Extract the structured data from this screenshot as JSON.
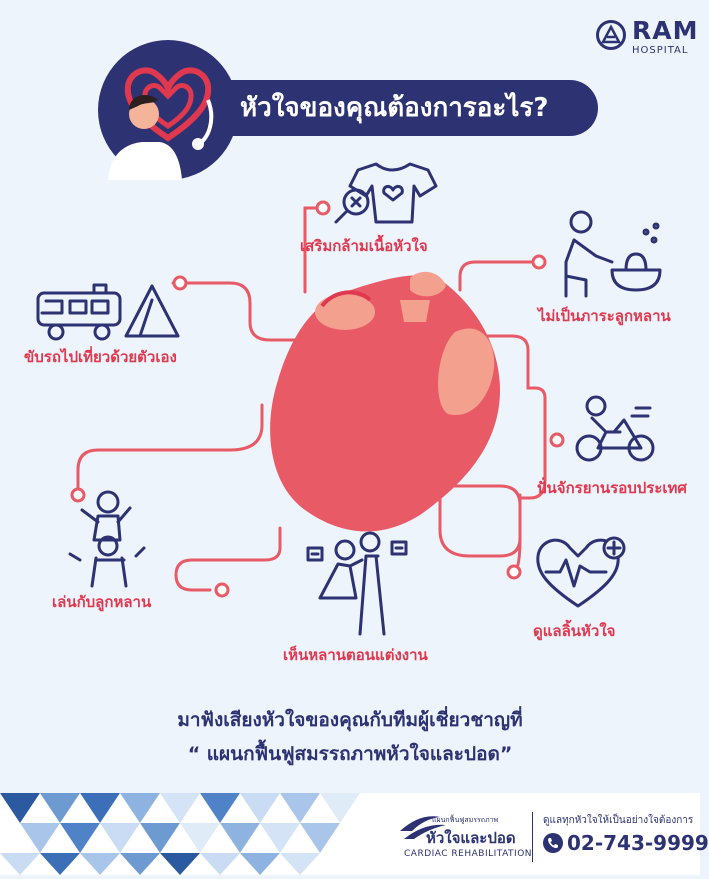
{
  "brand": {
    "name": "RAM",
    "sub": "HOSPITAL"
  },
  "title": "หัวใจของคุณต้องการอะไร?",
  "activities": {
    "muscle": "เสริมกล้ามเนื้อหัวใจ",
    "travel": "ขับรถไปเที่ยวด้วยตัวเอง",
    "not_burden": "ไม่เป็นภาระลูกหลาน",
    "cycling": "ปั่นจักรยานรอบประเทศ",
    "play": "เล่นกับลูกหลาน",
    "wedding": "เห็นหลานตอนแต่งงาน",
    "care_heart": "ดูแลลิ้นหัวใจ"
  },
  "headline": {
    "line1": "มาฟังเสียงหัวใจของคุณกับทีมผู้เชี่ยวชาญที่",
    "line2": "“ แผนกฟื้นฟูสมรรถภาพหัวใจและปอด”"
  },
  "footer": {
    "dept_small": "แผนกฟื้นฟูสมรรถภาพ",
    "dept_big": "หัวใจและปอด",
    "dept_en": "CARDIAC REHABILITATION",
    "tagline": "ดูแลทุกหัวใจให้เป็นอย่างใจต้องการ",
    "phone": "02-743-9999"
  },
  "colors": {
    "navy": "#2c3272",
    "red": "#e0384f",
    "heart": "#e85a66",
    "heart_light": "#f4a08e",
    "background": "#eef4fb"
  }
}
